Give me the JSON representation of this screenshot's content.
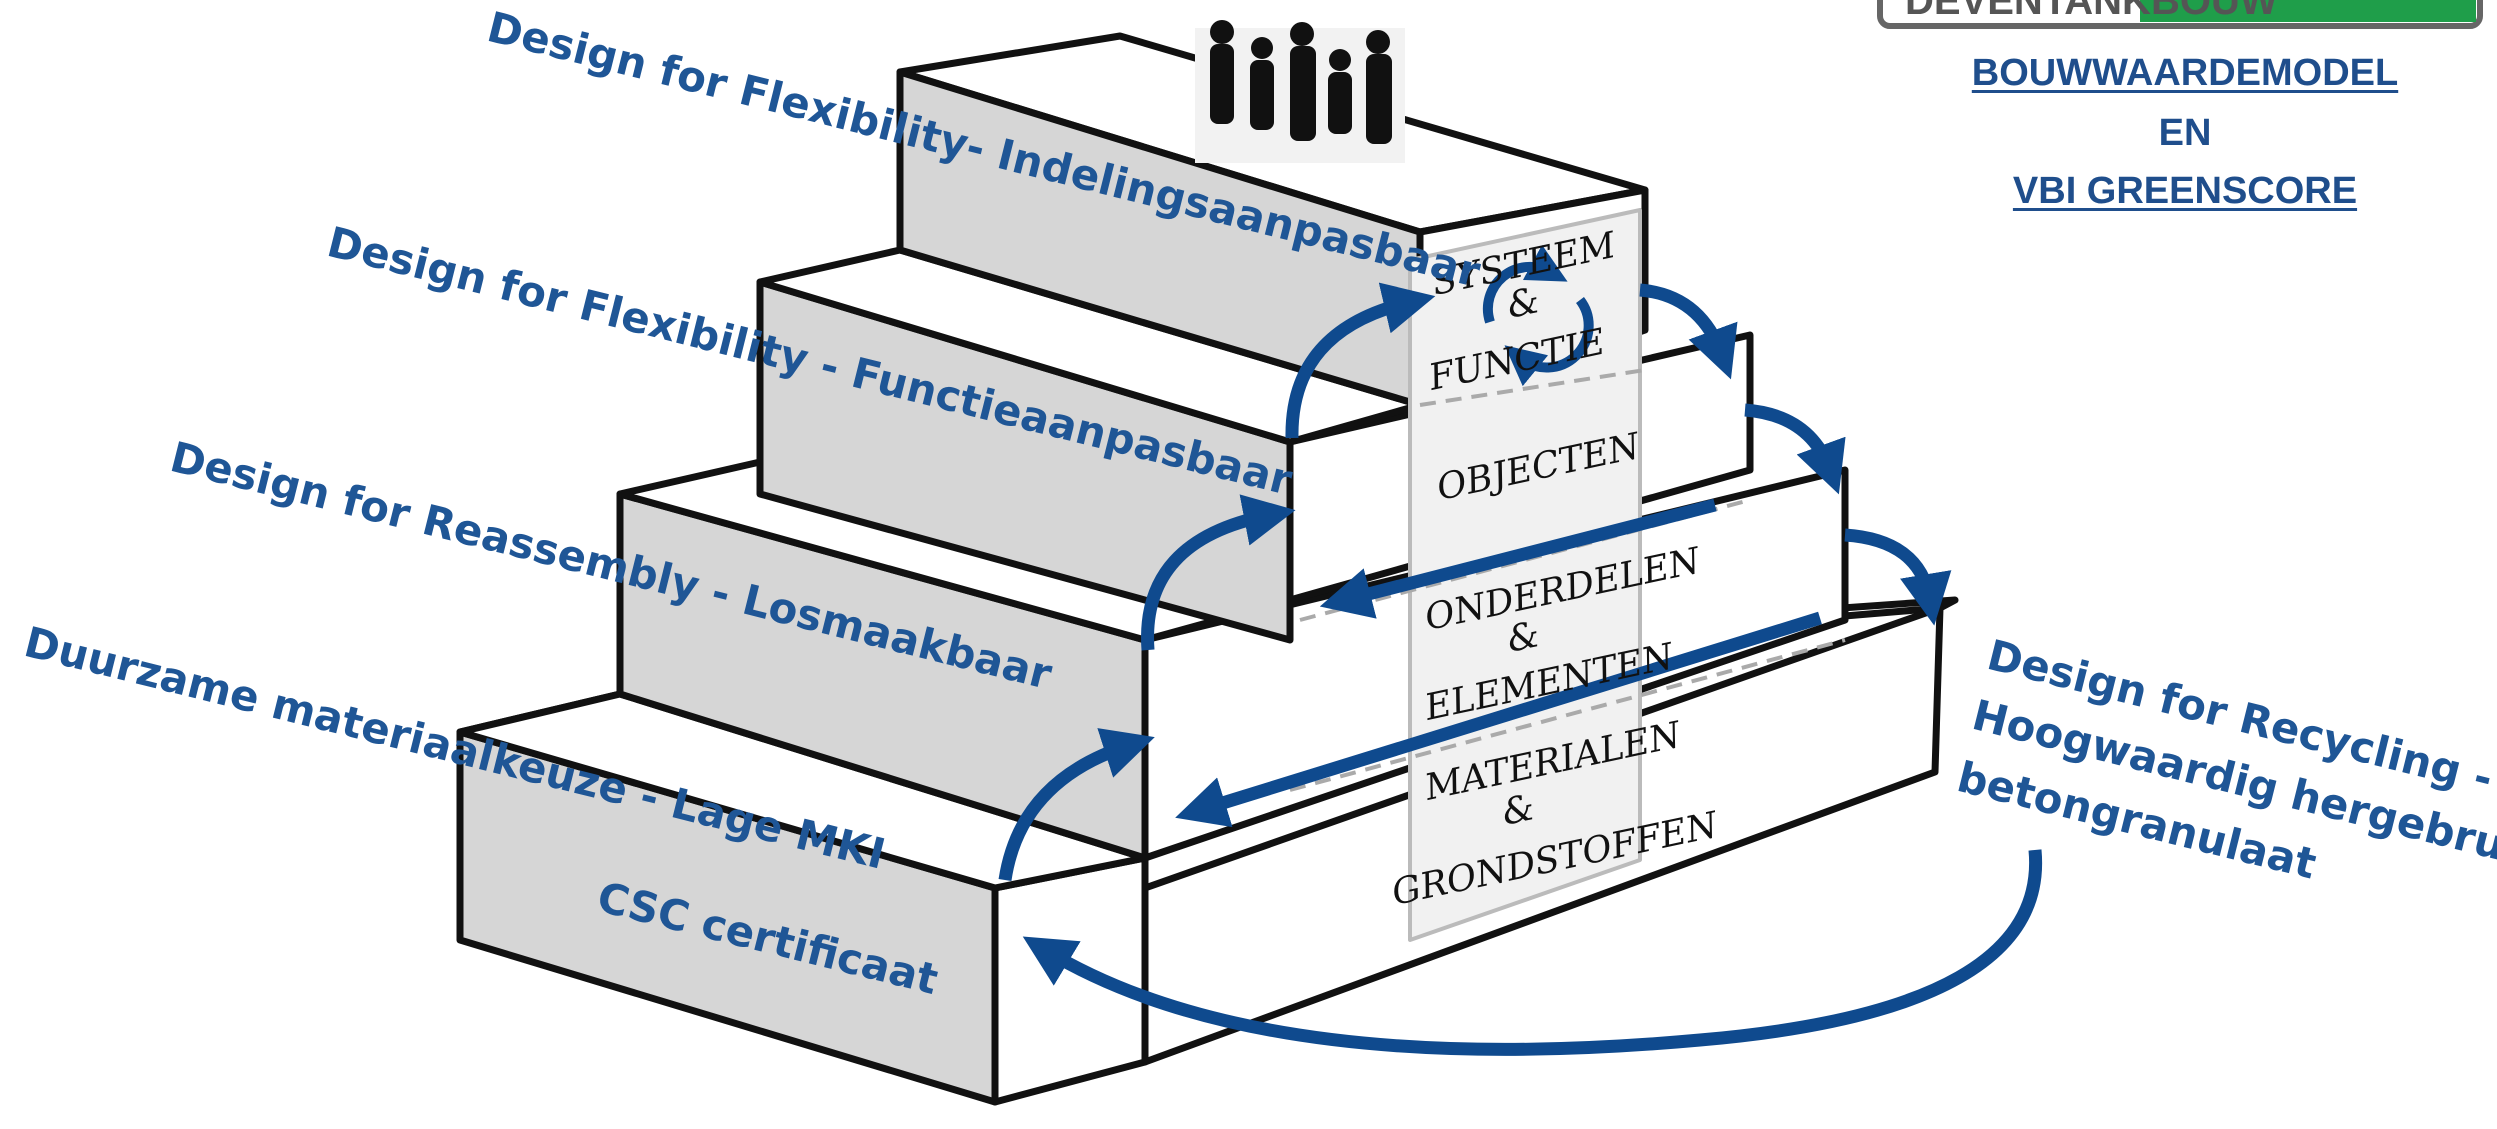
{
  "header": {
    "logo_text": "DEVENTANKBOUW",
    "line1": "BOUWWAARDEMODEL",
    "line2": "EN",
    "line3": "VBI GREENSCORE"
  },
  "steps": {
    "step1": "Design for Flexibility- Indelingsaanpasbaar",
    "step2": "Design for Flexibility -   Functieaanpasbaar",
    "step3": "Design for Reassembly -    Losmaakbaar",
    "step4": "Duurzame materiaalkeuze - Lage MKI",
    "step4_sub": "CSC certificaat"
  },
  "layers": {
    "system_1": "SYSTEEM",
    "system_2": "&",
    "system_3": "FUNCTIE",
    "objects": "OBJECTEN",
    "parts_1": "ONDERDELEN",
    "parts_2": "&",
    "parts_3": "ELEMENTEN",
    "mat_1": "MATERIALEN",
    "mat_2": "&",
    "mat_3": "GRONDSTOFFEN"
  },
  "recycling": {
    "line1": "Design for Recycling -",
    "line2": "Hoogwaardig hergebruik",
    "line3": "betongranulaat"
  },
  "colors": {
    "accent": "#1f5696",
    "arrow": "#0f4a8e",
    "logo_green": "#1f9e4a",
    "front_face": "#d6d6d6"
  }
}
